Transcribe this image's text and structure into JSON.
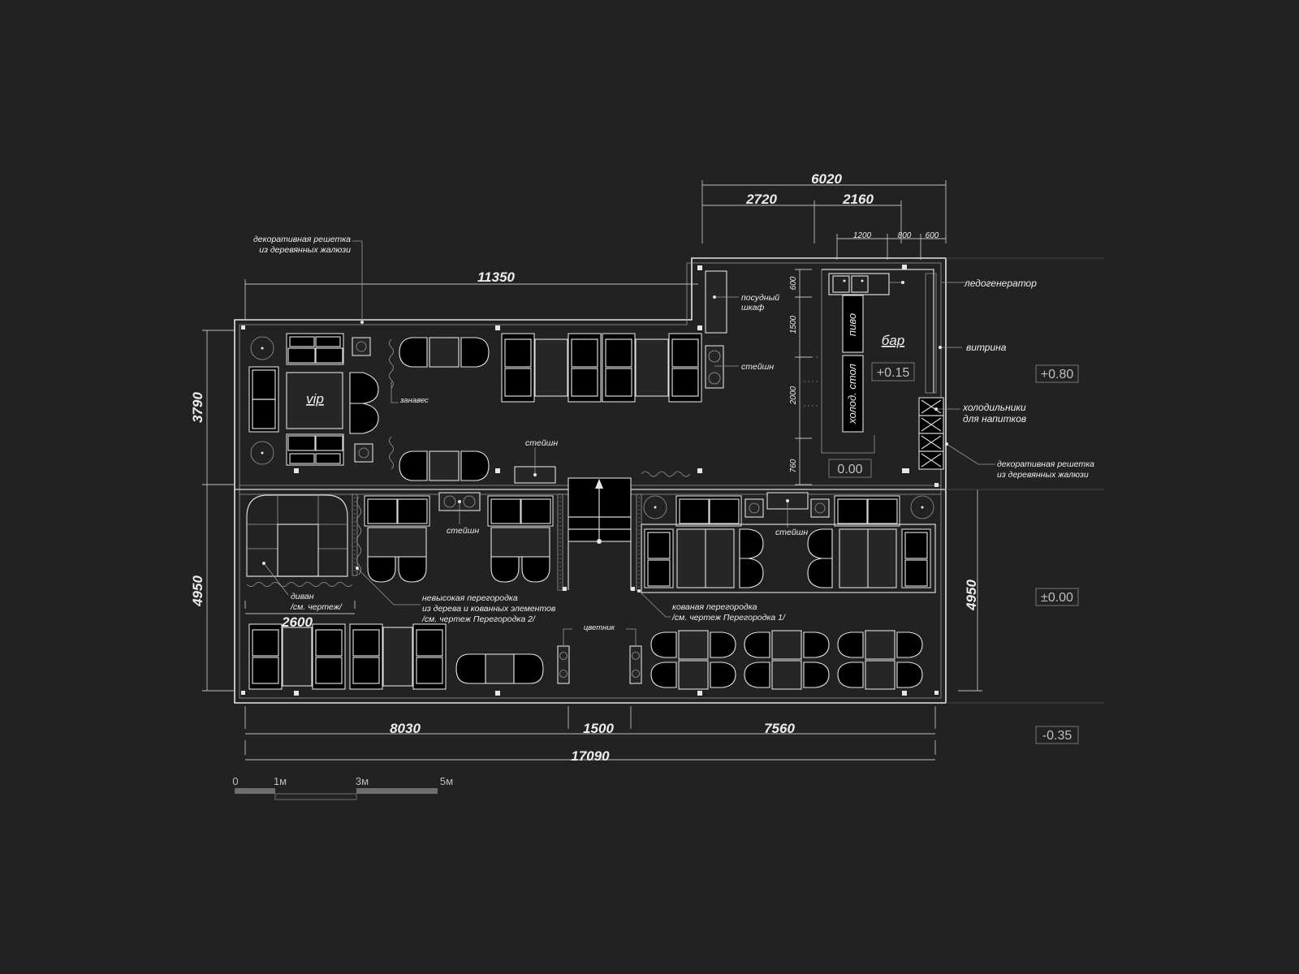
{
  "dimensions": {
    "top_total": "6020",
    "top_a": "2720",
    "top_b": "2160",
    "bar_a": "1200",
    "bar_b": "800",
    "bar_c": "600",
    "upper_length": "11350",
    "left_upper": "3790",
    "left_lower": "4950",
    "right_lower": "4950",
    "bottom_a": "8030",
    "bottom_b": "1500",
    "bottom_c": "7560",
    "bottom_total": "17090",
    "sofa_len": "2600",
    "bar_v1": "600",
    "bar_v2": "1500",
    "bar_v3": "2000",
    "bar_v4": "760"
  },
  "rooms": {
    "vip": "vip",
    "bar": "бар",
    "beer": "пиво",
    "cold_table": "холод. стол"
  },
  "levels": {
    "bar_inner": "+0.15",
    "bar_floor": "0.00",
    "upper": "+0.80",
    "main": "±0.00",
    "street": "-0.35"
  },
  "notes": {
    "grille_top_1": "декоративная решетка",
    "grille_top_2": "из деревянных жалюзи",
    "dish_cabinet_1": "посудный",
    "dish_cabinet_2": "шкаф",
    "station_right": "стейшн",
    "curtain": "занавес",
    "station_mid": "стейшн",
    "ice_maker": "ледогенератор",
    "showcase": "витрина",
    "fridges_1": "холодильники",
    "fridges_2": "для напитков",
    "grille_right_1": "декоративная решетка",
    "grille_right_2": "из деревянных жалюзи",
    "station_low_left": "стейшн",
    "station_low_right": "стейшн",
    "sofa_1": "диван",
    "sofa_2": "/см. чертеж/",
    "partition_low_1": "невысокая перегородка",
    "partition_low_2": "из дерева и кованных элементов",
    "partition_low_3": "/см. чертеж Перегородка 2/",
    "partition_forged_1": "кованая перегородка",
    "partition_forged_2": "/см. чертеж Перегородка 1/",
    "planter": "цветник"
  },
  "scale_bar": {
    "t0": "0",
    "t1": "1м",
    "t3": "3м",
    "t5": "5м"
  }
}
